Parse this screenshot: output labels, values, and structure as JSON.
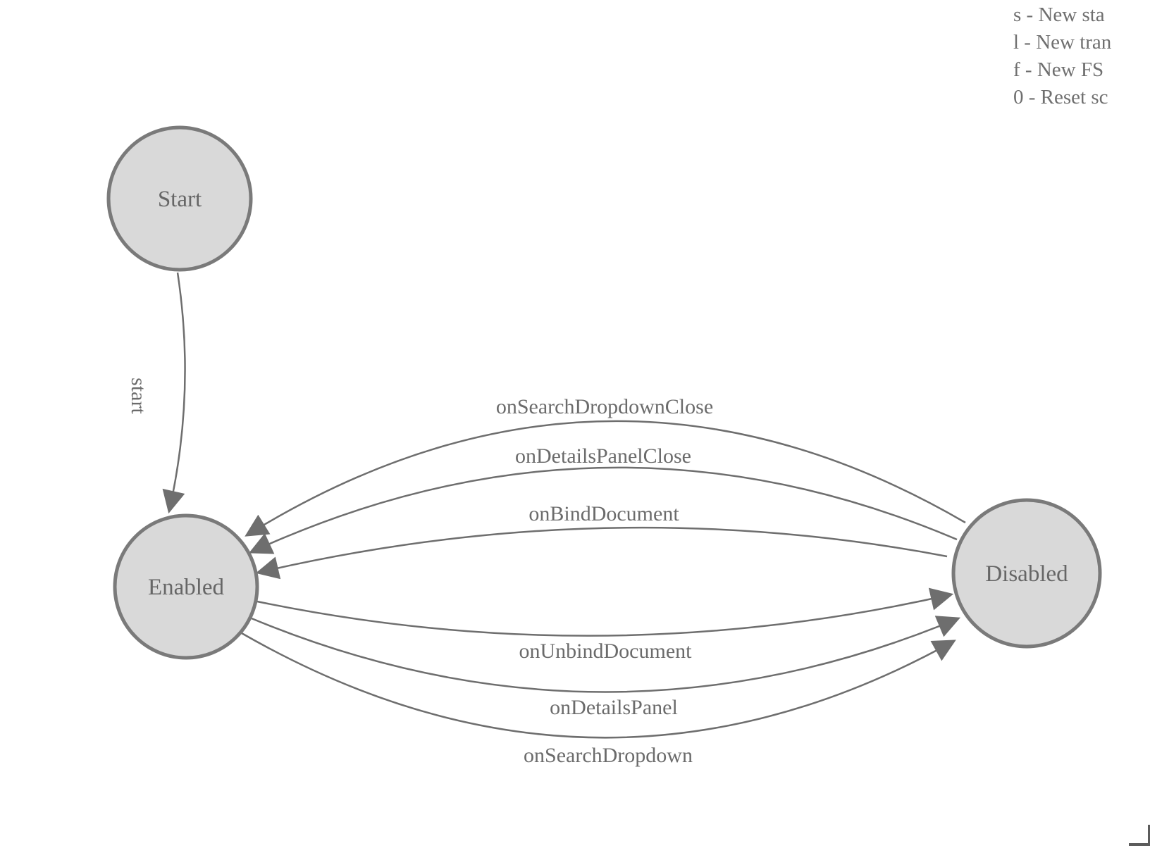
{
  "diagram": {
    "states": [
      {
        "id": "start",
        "label": "Start"
      },
      {
        "id": "enabled",
        "label": "Enabled"
      },
      {
        "id": "disabled",
        "label": "Disabled"
      }
    ],
    "transitions": [
      {
        "label": "start",
        "from": "Start",
        "to": "Enabled"
      },
      {
        "label": "onSearchDropdownClose",
        "from": "Disabled",
        "to": "Enabled"
      },
      {
        "label": "onDetailsPanelClose",
        "from": "Disabled",
        "to": "Enabled"
      },
      {
        "label": "onBindDocument",
        "from": "Disabled",
        "to": "Enabled"
      },
      {
        "label": "onUnbindDocument",
        "from": "Enabled",
        "to": "Disabled"
      },
      {
        "label": "onDetailsPanel",
        "from": "Enabled",
        "to": "Disabled"
      },
      {
        "label": "onSearchDropdown",
        "from": "Enabled",
        "to": "Disabled"
      }
    ]
  },
  "legend": {
    "lines": [
      "s - New sta",
      "l - New tran",
      "f - New FS",
      "0 - Reset sc"
    ]
  },
  "colors": {
    "node_fill": "#d9d9d9",
    "node_stroke": "#7a7a7a",
    "edge": "#6e6e6e",
    "label_text": "#6b6b6b"
  }
}
